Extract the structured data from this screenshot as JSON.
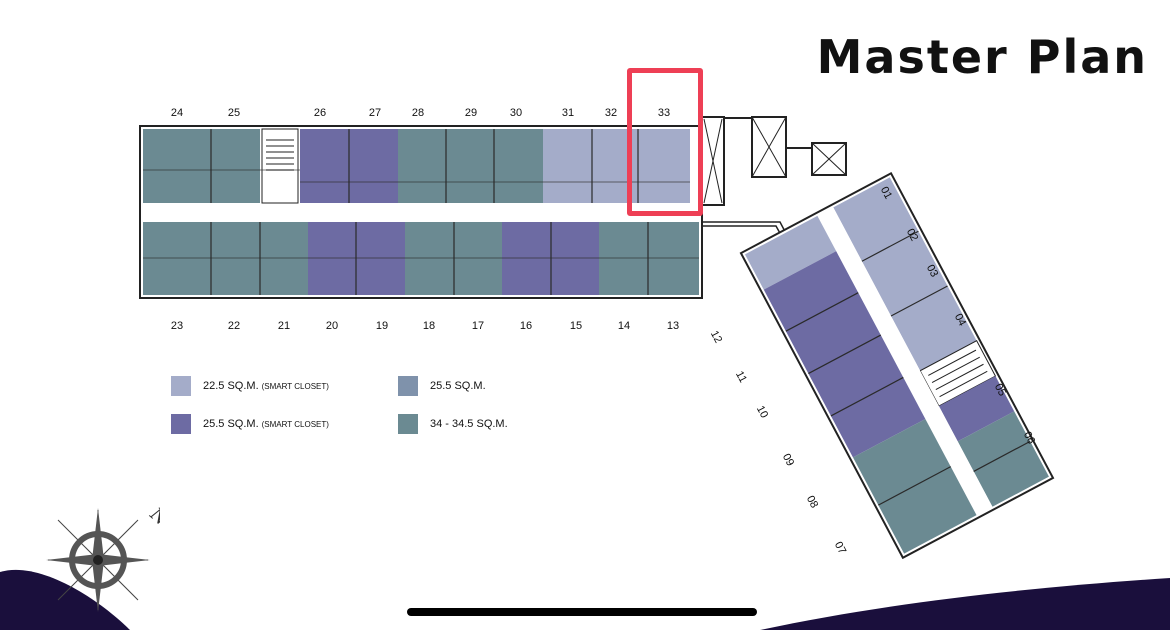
{
  "title": "Master Plan",
  "units": {
    "u24": "24",
    "u25": "25",
    "u26": "26",
    "u27": "27",
    "u28": "28",
    "u29": "29",
    "u30": "30",
    "u31": "31",
    "u32": "32",
    "u33": "33",
    "u23": "23",
    "u22": "22",
    "u21": "21",
    "u20": "20",
    "u19": "19",
    "u18": "18",
    "u17": "17",
    "u16": "16",
    "u15": "15",
    "u14": "14",
    "u13": "13",
    "u01": "01",
    "u02": "02",
    "u03": "03",
    "u04": "04",
    "u05": "05",
    "u06": "06",
    "u07": "07",
    "u08": "08",
    "u09": "09",
    "u10": "10",
    "u11": "11",
    "u12": "12"
  },
  "legend": {
    "a_main": "22.5 SQ.M.",
    "a_sub": "(SMART CLOSET)",
    "b_main": "25.5 SQ.M.",
    "b_sub": "(SMART CLOSET)",
    "c_main": "25.5 SQ.M.",
    "d_main": "34 - 34.5 SQ.M."
  },
  "colors": {
    "light_lavender": "#a4acc9",
    "purple": "#6d6ba3",
    "slate": "#7f92ab",
    "teal": "#6b8a92",
    "highlight": "#ee3f55",
    "wave": "#1a0f3c"
  },
  "compass": {
    "north_label": "N"
  },
  "highlighted_unit": "33"
}
